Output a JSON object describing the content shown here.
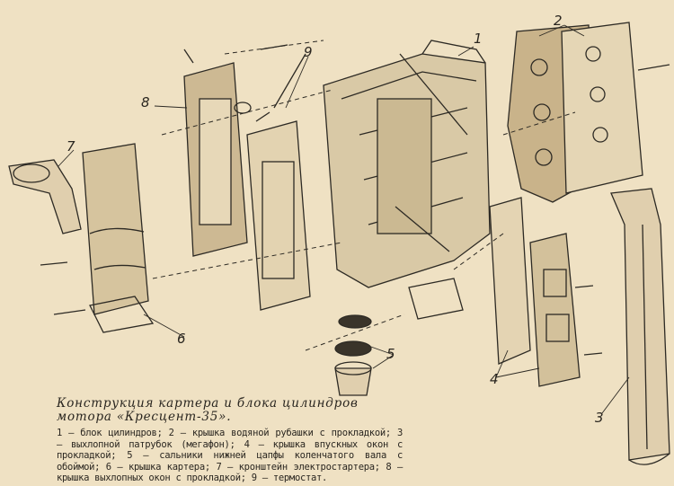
{
  "caption": {
    "title": "Конструкция картера и блока цилиндров мотора «Кресцент-35».",
    "legend": "1 — блок цилиндров; 2 — крышка водяной рубашки с прокладкой; 3 — выхлопной патрубок (мегафон); 4 — крышка впускных окон с прокладкой; 5 — сальники нижней цапфы коленчатого вала с обоймой; 6 — крышка картера; 7 — кронштейн электростартера; 8 — крышка выхлопных окон с прокладкой; 9 — термостат."
  },
  "labels": [
    "1",
    "2",
    "3",
    "4",
    "5",
    "6",
    "7",
    "8",
    "9"
  ]
}
